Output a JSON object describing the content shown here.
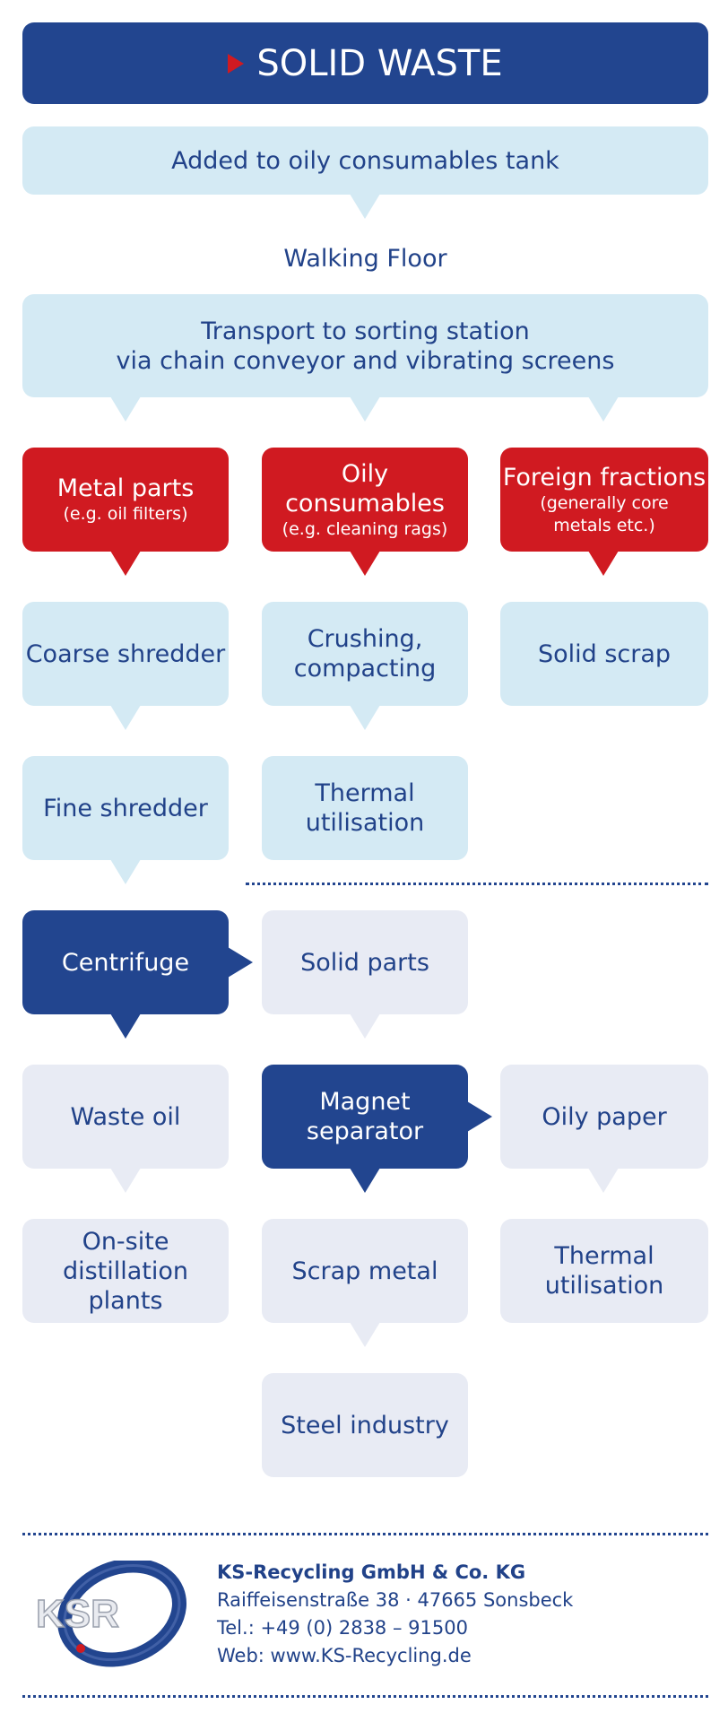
{
  "header": {
    "title": "SOLID WASTE"
  },
  "step_added": "Added to oily consumables tank",
  "walking_floor": "Walking Floor",
  "transport": {
    "line1": "Transport to sorting station",
    "line2": "via chain conveyor and vibrating screens"
  },
  "categories": [
    {
      "title": "Metal parts",
      "sub": "(e.g. oil filters)"
    },
    {
      "title": "Oily consumables",
      "sub": "(e.g. cleaning rags)"
    },
    {
      "title": "Foreign fractions",
      "sub1": "(generally core",
      "sub2": "metals etc.)"
    }
  ],
  "col1": {
    "coarse": "Coarse shredder",
    "fine": "Fine shredder"
  },
  "col2": {
    "crushing1": "Crushing,",
    "crushing2": "compacting",
    "thermal1": "Thermal",
    "thermal2": "utilisation"
  },
  "col3": {
    "solid_scrap": "Solid scrap"
  },
  "centrifuge": "Centrifuge",
  "solid_parts": "Solid parts",
  "waste_oil": "Waste oil",
  "magnet": {
    "line1": "Magnet",
    "line2": "separator"
  },
  "oily_paper": "Oily paper",
  "onsite": {
    "line1": "On-site",
    "line2": "distillation plants"
  },
  "scrap_metal": "Scrap metal",
  "thermal_b": {
    "line1": "Thermal",
    "line2": "utilisation"
  },
  "steel": "Steel industry",
  "logo": {
    "text": "KSR"
  },
  "company": {
    "name": "KS-Recycling GmbH & Co. KG",
    "address": "Raiffeisenstraße 38 · 47665 Sonsbeck",
    "phone": "Tel.: +49 (0) 2838 – 91500",
    "web": "Web: www.KS-Recycling.de"
  },
  "colors": {
    "dark_blue": "#22458f",
    "red": "#d01a21",
    "light_blue": "#d4eaf4",
    "light_grey": "#e8ebf4"
  }
}
